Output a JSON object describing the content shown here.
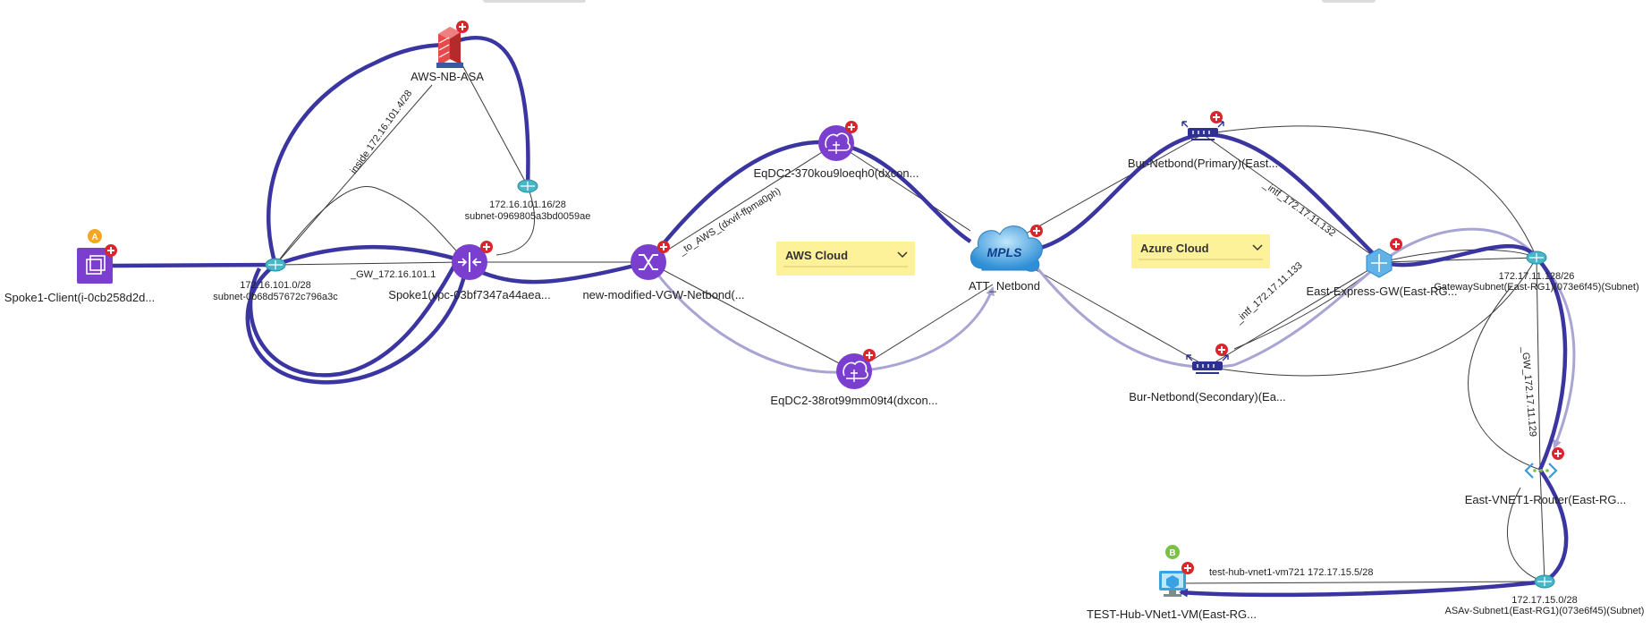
{
  "colors": {
    "path_primary": "#3a35a0",
    "path_secondary": "#a8a4d4",
    "link": "#3b3b3b",
    "node_purple": "#7b3fd0",
    "badge_red": "#d9262c",
    "badge_orange": "#f5a623",
    "badge_green": "#7cc242",
    "subnet_teal": "#48b6c8",
    "note_bg": "#fdf19a",
    "mpls_blue": "#3aa2e0"
  },
  "annotations": {
    "aws_cloud": "AWS Cloud",
    "azure_cloud": "Azure Cloud"
  },
  "nodes": {
    "spoke1_client": {
      "label": "Spoke1-Client(i-0cb258d2d...",
      "badge": "A",
      "icon": "instances-icon"
    },
    "subnet_spoke1": {
      "label1": "172.16.101.0/28",
      "label2": "subnet-0b68d57672c796a3c",
      "icon": "subnet-icon"
    },
    "aws_nb_asa": {
      "label": "AWS-NB-ASA",
      "icon": "firewall-icon"
    },
    "subnet_asa": {
      "label1": "172.16.101.16/28",
      "label2": "subnet-0969805a3bd0059ae",
      "icon": "subnet-icon"
    },
    "spoke1_vpc": {
      "label": "Spoke1(vpc-03bf7347a44aea...",
      "icon": "vpc-router-icon"
    },
    "vgw": {
      "label": "new-modified-VGW-Netbond(...",
      "icon": "vgw-icon"
    },
    "eqdc2_a": {
      "label": "EqDC2-370kou9loeqh0(dxcon...",
      "icon": "direct-connect-icon"
    },
    "eqdc2_b": {
      "label": "EqDC2-38rot99mm09t4(dxcon...",
      "icon": "direct-connect-icon"
    },
    "mpls": {
      "label": "ATT_Netbond",
      "text": "MPLS",
      "icon": "mpls-cloud-icon"
    },
    "bur_primary": {
      "label": "Bur-Netbond(Primary)(East...",
      "icon": "gateway-device-icon"
    },
    "bur_secondary": {
      "label": "Bur-Netbond(Secondary)(Ea...",
      "icon": "gateway-device-icon"
    },
    "east_express": {
      "label": "East-Express-GW(East-RG...",
      "icon": "express-gateway-icon"
    },
    "gateway_subnet": {
      "label1": "172.17.11.128/26",
      "label2": "GatewaySubnet(East-RG1)(073e6f45)(Subnet)",
      "icon": "subnet-icon"
    },
    "east_vnet_router": {
      "label": "East-VNET1-Router(East-RG...",
      "icon": "vnet-router-icon"
    },
    "asav_subnet": {
      "label1": "172.17.15.0/28",
      "label2": "ASAv-Subnet1(East-RG1)(073e6f45)(Subnet)",
      "icon": "subnet-icon"
    },
    "test_hub_vm": {
      "label": "TEST-Hub-VNet1-VM(East-RG...",
      "badge": "B",
      "icon": "virtual-machine-icon"
    }
  },
  "edge_labels": {
    "asa_inside": "inside 172.16.101.4/28",
    "gw_spoke": "_GW_172.16.101.1",
    "to_aws": "_to_AWS_(dxvif-ffpma0ph)",
    "intf_primary": "_intf_172.17.11.132",
    "intf_secondary": "_intf_172.17.11.133",
    "gw_vnet": "_GW_172.17.11.129",
    "test_hub_vm": "test-hub-vnet1-vm721 172.17.15.5/28"
  }
}
